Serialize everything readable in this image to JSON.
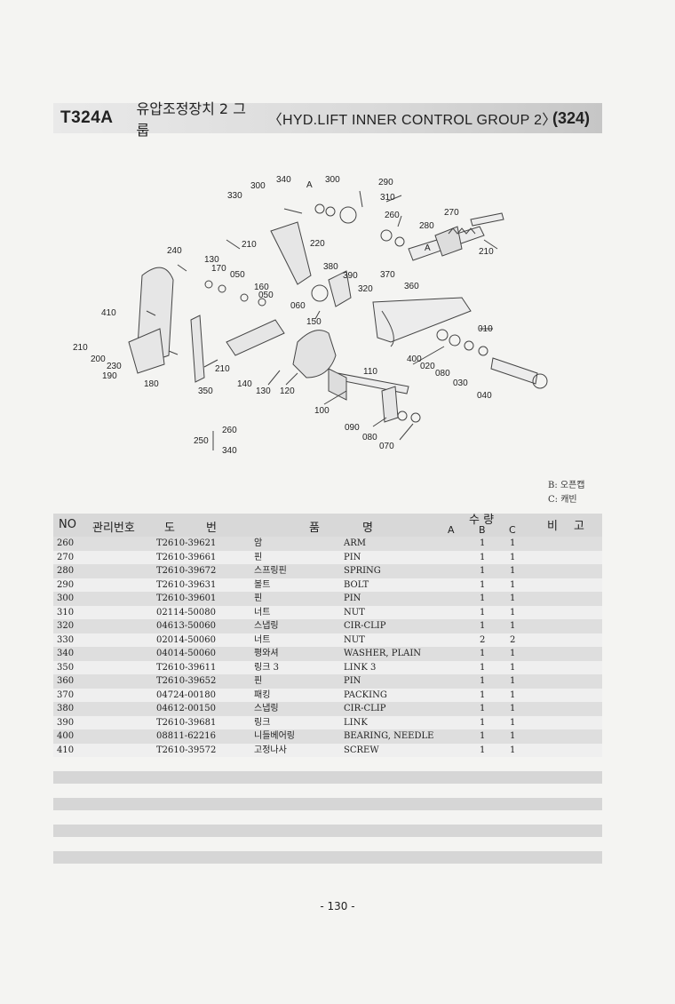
{
  "header": {
    "code": "T324A",
    "title_kr": "유압조정장치 2 그룹",
    "title_en": "〈HYD.LIFT INNER CONTROL GROUP 2〉",
    "page_ref": "(324)"
  },
  "diagram": {
    "callouts": [
      "300",
      "340",
      "A",
      "300",
      "290",
      "330",
      "310",
      "260",
      "270",
      "280",
      "A",
      "210",
      "210",
      "220",
      "240",
      "130",
      "170",
      "050",
      "380",
      "390",
      "370",
      "160",
      "050",
      "320",
      "360",
      "060",
      "410",
      "150",
      "010",
      "210",
      "400",
      "200",
      "230",
      "020",
      "080",
      "210",
      "190",
      "180",
      "030",
      "140",
      "110",
      "350",
      "130",
      "120",
      "040",
      "100",
      "090",
      "080",
      "070",
      "260",
      "250",
      "340"
    ]
  },
  "legend": {
    "b": "B: 오픈캡",
    "c": "C: 캐빈"
  },
  "table": {
    "headers": {
      "no": "NO",
      "mgmt": "관리번호",
      "do": "도",
      "beon": "번",
      "pum": "품",
      "myeong": "명",
      "qty": "수  량",
      "a": "A",
      "b": "B",
      "c": "C",
      "bi": "비",
      "go": "고"
    },
    "rows": [
      {
        "no": "260",
        "part": "T2610-39621",
        "kr": "암",
        "en": "ARM",
        "b": "1",
        "c": "1"
      },
      {
        "no": "270",
        "part": "T2610-39661",
        "kr": "핀",
        "en": "PIN",
        "b": "1",
        "c": "1"
      },
      {
        "no": "280",
        "part": "T2610-39672",
        "kr": "스프링핀",
        "en": "SPRING",
        "b": "1",
        "c": "1"
      },
      {
        "no": "290",
        "part": "T2610-39631",
        "kr": "볼트",
        "en": "BOLT",
        "b": "1",
        "c": "1"
      },
      {
        "no": "300",
        "part": "T2610-39601",
        "kr": "핀",
        "en": "PIN",
        "b": "1",
        "c": "1"
      },
      {
        "no": "310",
        "part": "02114-50080",
        "kr": "너트",
        "en": "NUT",
        "b": "1",
        "c": "1"
      },
      {
        "no": "320",
        "part": "04613-50060",
        "kr": "스냅링",
        "en": "CIR-CLIP",
        "b": "1",
        "c": "1"
      },
      {
        "no": "330",
        "part": "02014-50060",
        "kr": "너트",
        "en": "NUT",
        "b": "2",
        "c": "2"
      },
      {
        "no": "340",
        "part": "04014-50060",
        "kr": "평와셔",
        "en": "WASHER, PLAIN",
        "b": "1",
        "c": "1"
      },
      {
        "no": "350",
        "part": "T2610-39611",
        "kr": "링크 3",
        "en": "LINK 3",
        "b": "1",
        "c": "1"
      },
      {
        "no": "360",
        "part": "T2610-39652",
        "kr": "핀",
        "en": "PIN",
        "b": "1",
        "c": "1"
      },
      {
        "no": "370",
        "part": "04724-00180",
        "kr": "패킹",
        "en": "PACKING",
        "b": "1",
        "c": "1"
      },
      {
        "no": "380",
        "part": "04612-00150",
        "kr": "스냅링",
        "en": "CIR-CLIP",
        "b": "1",
        "c": "1"
      },
      {
        "no": "390",
        "part": "T2610-39681",
        "kr": "링크",
        "en": "LINK",
        "b": "1",
        "c": "1"
      },
      {
        "no": "400",
        "part": "08811-62216",
        "kr": "니들베어링",
        "en": "BEARING, NEEDLE",
        "b": "1",
        "c": "1"
      },
      {
        "no": "410",
        "part": "T2610-39572",
        "kr": "고정나사",
        "en": "SCREW",
        "b": "1",
        "c": "1"
      }
    ]
  },
  "page_number": "- 130 -"
}
